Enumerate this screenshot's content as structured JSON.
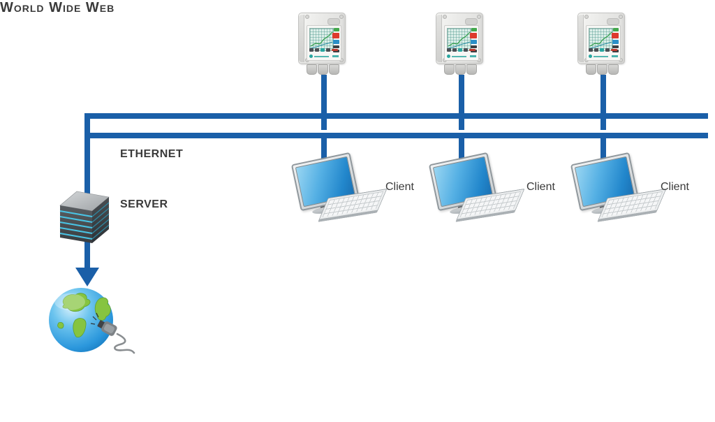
{
  "labels": {
    "ethernet": "ETHERNET",
    "server": "SERVER",
    "www": "World Wide Web"
  },
  "clients": [
    {
      "label": "Client"
    },
    {
      "label": "Client"
    },
    {
      "label": "Client"
    }
  ],
  "nodes": {
    "transmitter_count": 3,
    "client_count": 3
  },
  "colors": {
    "bus_line": "#1a5fa8",
    "label_text": "#3a3a3a",
    "globe_ocean": "#2b97dc",
    "globe_land": "#86c440",
    "device_led_red": "#dd3a2c",
    "device_led_green": "#43a84c",
    "device_led_blue": "#2b8fc7"
  }
}
